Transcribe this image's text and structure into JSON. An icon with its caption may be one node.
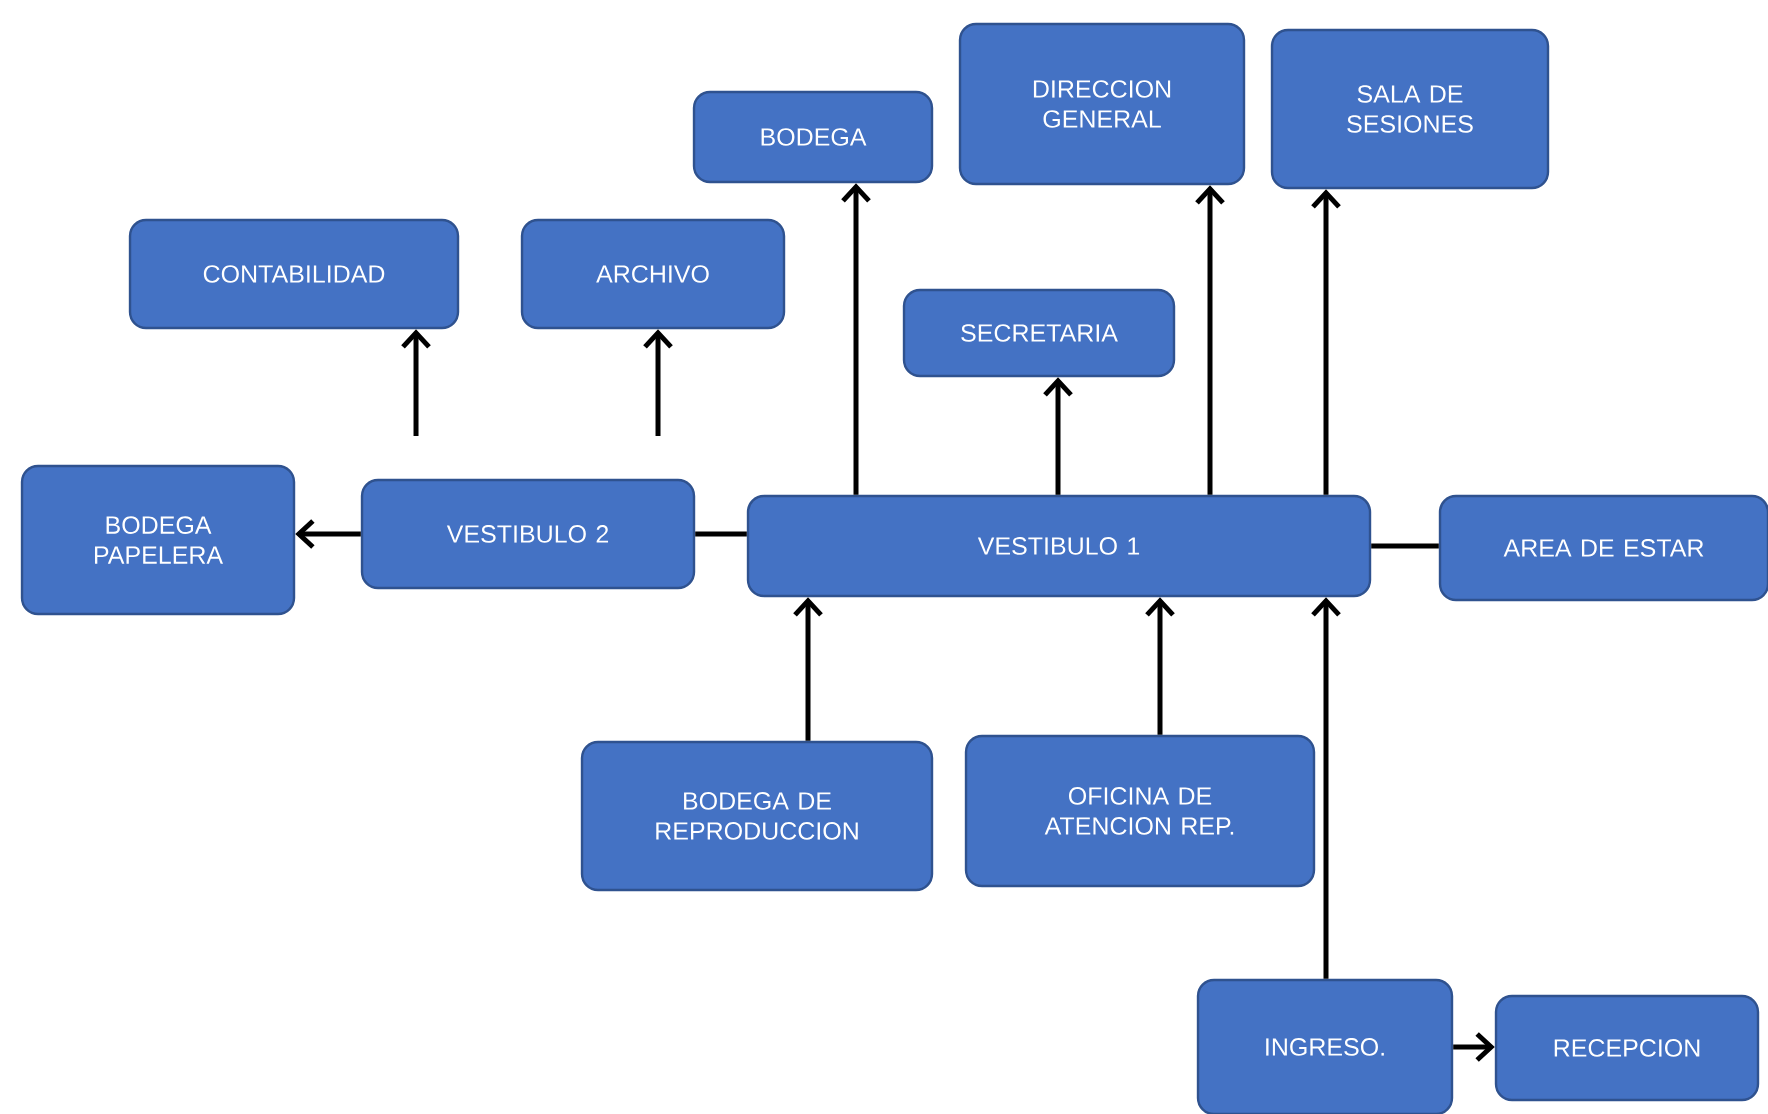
{
  "diagram": {
    "nodes": [
      {
        "text": [
          "DIRECCION GENERAL"
        ]
      },
      {
        "text": [
          "SALA DE SESIONES"
        ]
      },
      {
        "text": [
          "BODEGA"
        ]
      },
      {
        "text": [
          "CONTABILIDAD"
        ]
      },
      {
        "text": [
          "ARCHIVO"
        ]
      },
      {
        "text": [
          "SECRETARIA"
        ]
      },
      {
        "text": [
          "BODEGA PAPELERA"
        ]
      },
      {
        "text": [
          "VESTIBULO 2"
        ]
      },
      {
        "text": [
          "VESTIBULO 1"
        ]
      },
      {
        "text": [
          "AREA DE ESTAR"
        ]
      },
      {
        "text": [
          "BODEGA DE REPRODUCCION"
        ]
      },
      {
        "text": [
          "OFICINA DE ATENCION REP."
        ]
      },
      {
        "text": [
          "INGRESO."
        ]
      },
      {
        "text": [
          "RECEPCION"
        ]
      }
    ],
    "edges": [
      {
        "from": 8,
        "to": 2,
        "arrow": "to"
      },
      {
        "from": 8,
        "to": 5,
        "arrow": "to"
      },
      {
        "from": 8,
        "to": 0,
        "arrow": "to"
      },
      {
        "from": 8,
        "to": 1,
        "arrow": "to"
      },
      {
        "from": 7,
        "to": 6,
        "arrow": "to"
      },
      {
        "from": 7,
        "to": 8,
        "arrow": "none"
      },
      {
        "from": 8,
        "to": 9,
        "arrow": "none"
      },
      {
        "from": 10,
        "to": 8,
        "arrow": "to"
      },
      {
        "from": 11,
        "to": 8,
        "arrow": "to"
      },
      {
        "from": 12,
        "to": 8,
        "arrow": "to"
      },
      {
        "from": 12,
        "to": 13,
        "arrow": "to"
      },
      {
        "from": null,
        "to": 3,
        "arrow": "to"
      },
      {
        "from": null,
        "to": 4,
        "arrow": "to"
      }
    ]
  }
}
